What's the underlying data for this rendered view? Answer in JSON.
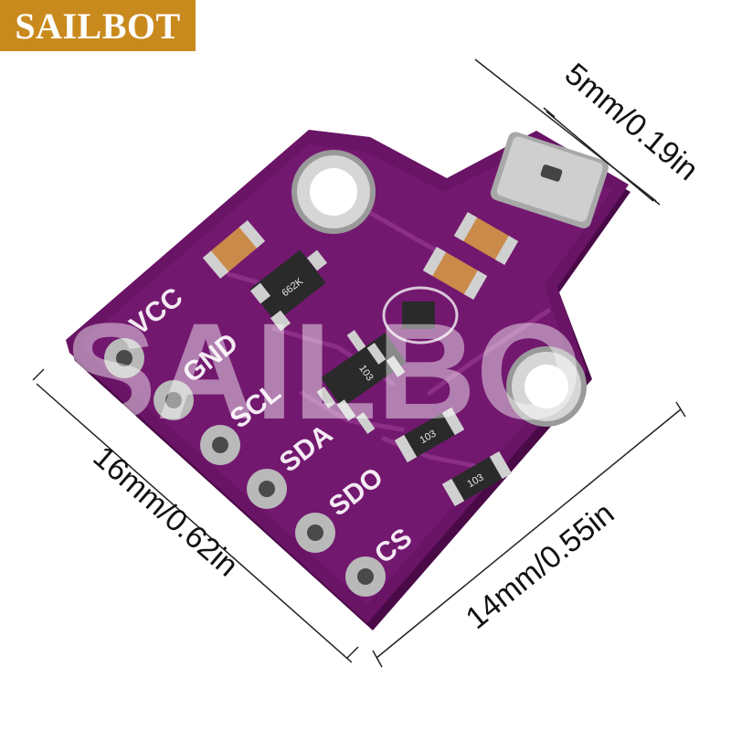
{
  "brand": {
    "label": "SAILBOT",
    "watermark": "SAILBOT",
    "badge_color": "#c98a1d"
  },
  "dimensions": {
    "top_width": "5mm/0.19in",
    "left_length": "16mm/0.62in",
    "bottom_width": "14mm/0.55in"
  },
  "pins": [
    "VCC",
    "GND",
    "SCL",
    "SDA",
    "SDO",
    "CS"
  ],
  "component_markings": {
    "regulator": "662K",
    "chip": "103",
    "resistor_1": "103",
    "resistor_2": "103"
  },
  "colors": {
    "pcb": "#6a1466",
    "pcb_edge": "#4a0a48",
    "pcb_highlight": "#8a2a86",
    "pad_ring": "#b9b9b9",
    "sensor_cap": "#cfcfcf"
  }
}
